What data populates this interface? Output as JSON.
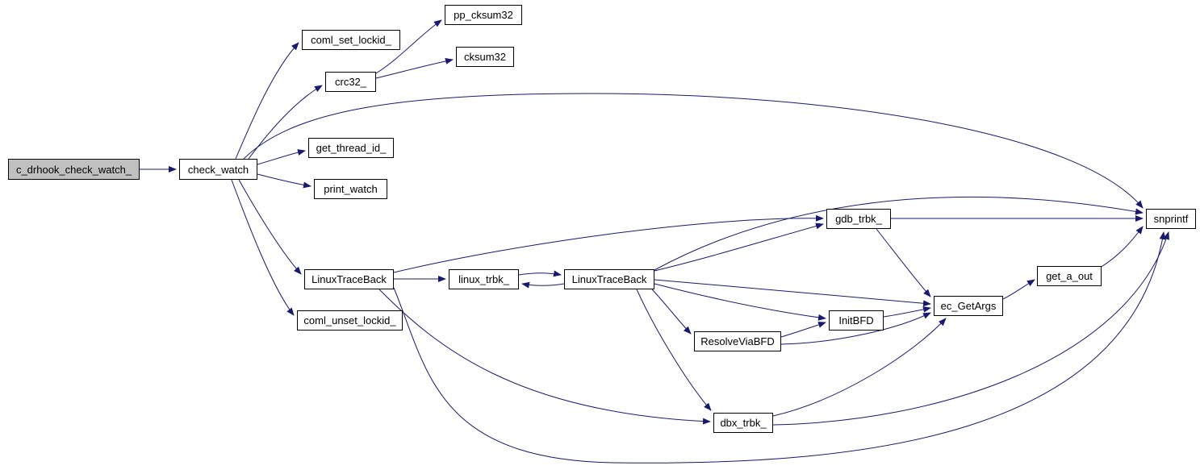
{
  "diagram": {
    "type": "doxygen-call-graph",
    "background": "#ffffff",
    "colors": {
      "edge": "#191970",
      "node_border": "#000000",
      "node_fill": "#ffffff",
      "highlight_fill": "#c0c0c0",
      "text": "#000000"
    },
    "nodes": {
      "c_drhook_check_watch": {
        "label": "c_drhook_check_watch_",
        "highlighted": true
      },
      "check_watch": {
        "label": "check_watch"
      },
      "coml_set_lockid": {
        "label": "coml_set_lockid_"
      },
      "crc32": {
        "label": "crc32_"
      },
      "pp_cksum32": {
        "label": "pp_cksum32"
      },
      "cksum32": {
        "label": "cksum32"
      },
      "get_thread_id": {
        "label": "get_thread_id_"
      },
      "print_watch": {
        "label": "print_watch"
      },
      "linuxtraceback1": {
        "label": "LinuxTraceBack"
      },
      "coml_unset_lockid": {
        "label": "coml_unset_lockid_"
      },
      "linux_trbk": {
        "label": "linux_trbk_"
      },
      "linuxtraceback2": {
        "label": "LinuxTraceBack"
      },
      "gdb_trbk": {
        "label": "gdb_trbk_"
      },
      "resolveviabfd": {
        "label": "ResolveViaBFD"
      },
      "initbfd": {
        "label": "InitBFD"
      },
      "dbx_trbk": {
        "label": "dbx_trbk_"
      },
      "ec_getargs": {
        "label": "ec_GetArgs"
      },
      "get_a_out": {
        "label": "get_a_out"
      },
      "snprintf": {
        "label": "snprintf"
      }
    },
    "edges": [
      {
        "from": "c_drhook_check_watch",
        "to": "check_watch"
      },
      {
        "from": "check_watch",
        "to": "coml_set_lockid"
      },
      {
        "from": "check_watch",
        "to": "crc32"
      },
      {
        "from": "check_watch",
        "to": "get_thread_id"
      },
      {
        "from": "check_watch",
        "to": "print_watch"
      },
      {
        "from": "check_watch",
        "to": "linuxtraceback1"
      },
      {
        "from": "check_watch",
        "to": "coml_unset_lockid"
      },
      {
        "from": "check_watch",
        "to": "snprintf"
      },
      {
        "from": "crc32",
        "to": "pp_cksum32"
      },
      {
        "from": "crc32",
        "to": "cksum32"
      },
      {
        "from": "linuxtraceback1",
        "to": "linux_trbk"
      },
      {
        "from": "linux_trbk",
        "to": "linuxtraceback2"
      },
      {
        "from": "linuxtraceback2",
        "to": "linux_trbk"
      },
      {
        "from": "linuxtraceback1",
        "to": "gdb_trbk"
      },
      {
        "from": "linuxtraceback2",
        "to": "gdb_trbk"
      },
      {
        "from": "linuxtraceback2",
        "to": "resolveviabfd"
      },
      {
        "from": "linuxtraceback2",
        "to": "initbfd"
      },
      {
        "from": "linuxtraceback2",
        "to": "dbx_trbk"
      },
      {
        "from": "linuxtraceback2",
        "to": "ec_getargs"
      },
      {
        "from": "linuxtraceback2",
        "to": "snprintf"
      },
      {
        "from": "gdb_trbk",
        "to": "snprintf"
      },
      {
        "from": "gdb_trbk",
        "to": "ec_getargs"
      },
      {
        "from": "resolveviabfd",
        "to": "initbfd"
      },
      {
        "from": "resolveviabfd",
        "to": "ec_getargs"
      },
      {
        "from": "initbfd",
        "to": "ec_getargs"
      },
      {
        "from": "dbx_trbk",
        "to": "ec_getargs"
      },
      {
        "from": "dbx_trbk",
        "to": "snprintf"
      },
      {
        "from": "ec_getargs",
        "to": "get_a_out"
      },
      {
        "from": "get_a_out",
        "to": "snprintf"
      },
      {
        "from": "linuxtraceback1",
        "to": "dbx_trbk"
      },
      {
        "from": "linuxtraceback1",
        "to": "snprintf"
      }
    ]
  }
}
